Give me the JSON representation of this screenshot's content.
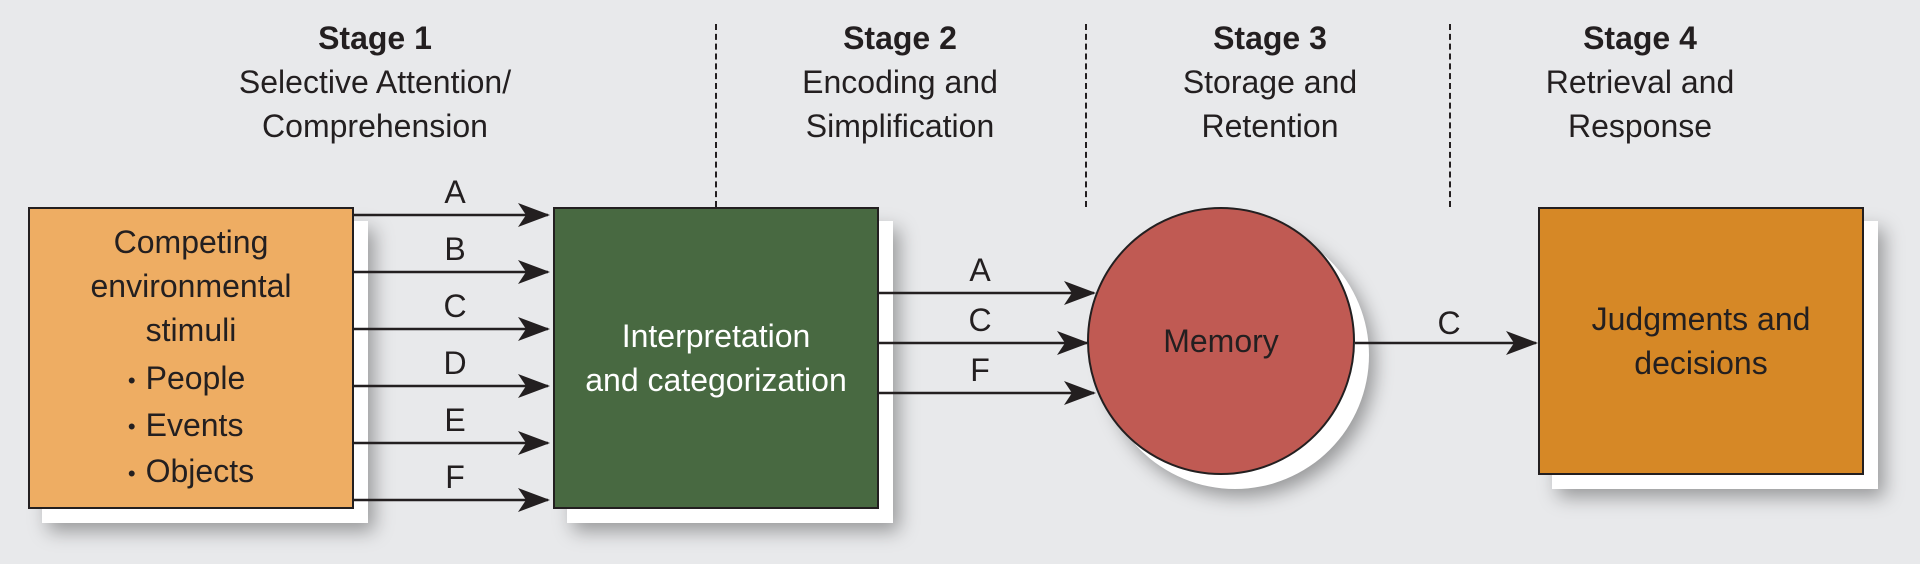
{
  "stages": [
    {
      "number": "Stage 1",
      "line1": "Selective Attention/",
      "line2": "Comprehension"
    },
    {
      "number": "Stage 2",
      "line1": "Encoding and",
      "line2": "Simplification"
    },
    {
      "number": "Stage 3",
      "line1": "Storage and",
      "line2": "Retention"
    },
    {
      "number": "Stage 4",
      "line1": "Retrieval and",
      "line2": "Response"
    }
  ],
  "stimuli": {
    "line1": "Competing",
    "line2": "environmental",
    "line3": "stimuli",
    "items": [
      "People",
      "Events",
      "Objects"
    ],
    "color": "#eead63"
  },
  "interpretation": {
    "line1": "Interpretation",
    "line2": "and categorization",
    "color": "#486941"
  },
  "memory": {
    "label": "Memory",
    "color": "#c05a53"
  },
  "judgments": {
    "line1": "Judgments and",
    "line2": "decisions",
    "color": "#d68826"
  },
  "arrows": {
    "stage1": [
      "A",
      "B",
      "C",
      "D",
      "E",
      "F"
    ],
    "stage2": [
      "A",
      "C",
      "F"
    ],
    "stage3": [
      "C"
    ]
  }
}
